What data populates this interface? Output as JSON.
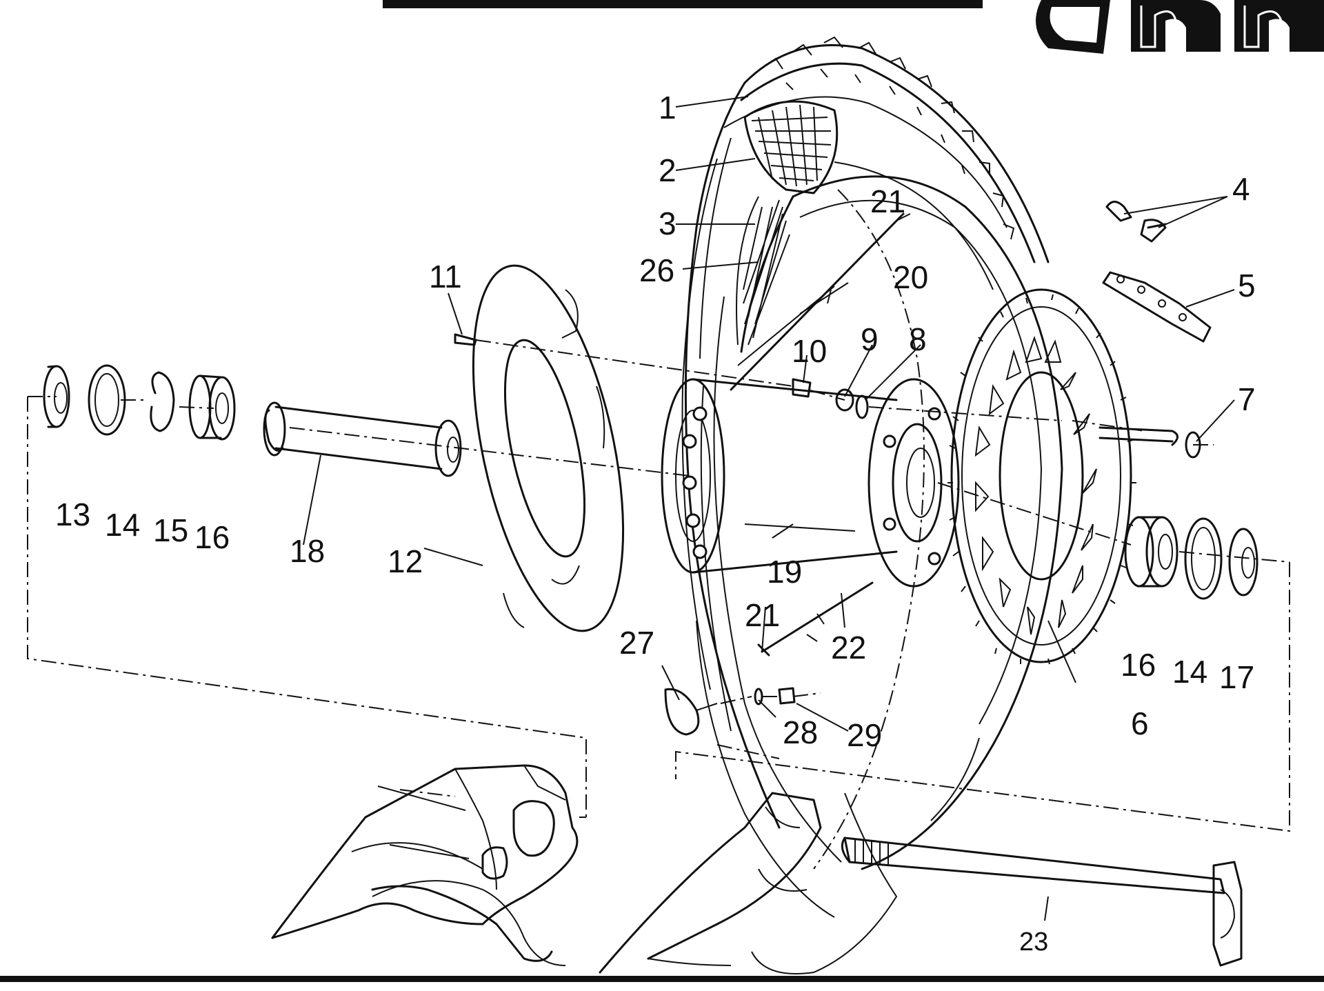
{
  "diagram": {
    "callouts": {
      "c1": "1",
      "c2": "2",
      "c3": "3",
      "c4": "4",
      "c5": "5",
      "c6": "6",
      "c7": "7",
      "c8": "8",
      "c9": "9",
      "c10": "10",
      "c11": "11",
      "c12": "12",
      "c13": "13",
      "c14a": "14",
      "c15": "15",
      "c16a": "16",
      "c18": "18",
      "c19": "19",
      "c20": "20",
      "c21a": "21",
      "c21b": "21",
      "c22": "22",
      "c23": "23",
      "c26": "26",
      "c27": "27",
      "c28": "28",
      "c29": "29",
      "c16b": "16",
      "c14b": "14",
      "c17": "17"
    },
    "colors": {
      "ink": "#111111",
      "paper": "#ffffff"
    }
  }
}
